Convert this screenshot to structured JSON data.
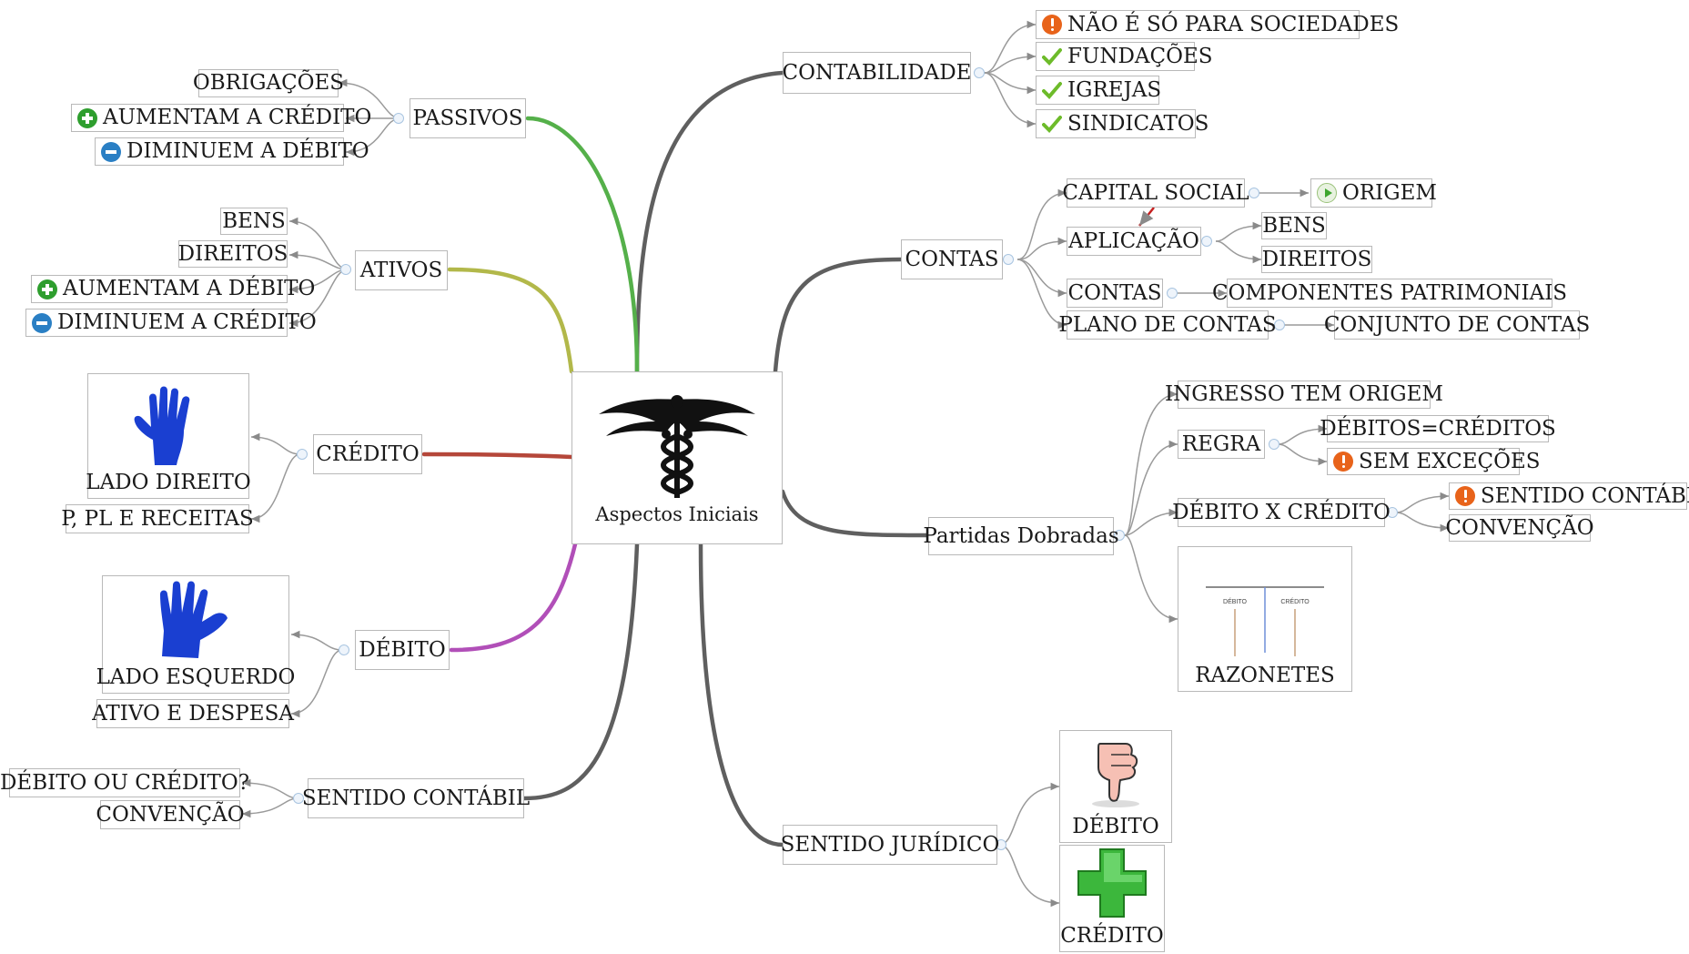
{
  "center": {
    "title": "Aspectos Iniciais",
    "icon": "caduceus-icon"
  },
  "contabilidade": {
    "label": "CONTABILIDADE",
    "children": [
      "NÃO É SÓ PARA SOCIEDADES",
      "FUNDAÇÕES",
      "IGREJAS",
      "SINDICATOS"
    ]
  },
  "contas": {
    "label": "CONTAS",
    "capital_social": "CAPITAL SOCIAL",
    "origem": "ORIGEM",
    "aplicacao": "APLICAÇÃO",
    "bens": "BENS",
    "direitos": "DIREITOS",
    "contas": "CONTAS",
    "componentes": "COMPONENTES PATRIMONIAIS",
    "plano": "PLANO DE CONTAS",
    "conjunto": "CONJUNTO DE CONTAS"
  },
  "partidas": {
    "label": "Partidas Dobradas",
    "ingresso": "INGRESSO TEM ORIGEM",
    "regra": "REGRA",
    "debitos_creditos": "DÉBITOS=CRÉDITOS",
    "sem_excecoes": "SEM EXCEÇÕES",
    "debito_x_credito": "DÉBITO X CRÉDITO",
    "sentido_contabil": "SENTIDO CONTÁBIL",
    "convencao": "CONVENÇÃO",
    "razonetes": "RAZONETES",
    "razonete_debito": "DÉBITO",
    "razonete_credito": "CRÉDITO"
  },
  "sentido_juridico": {
    "label": "SENTIDO JURÍDICO",
    "debito": "DÉBITO",
    "credito": "CRÉDITO"
  },
  "passivos": {
    "label": "PASSIVOS",
    "children": [
      "OBRIGAÇÕES",
      "AUMENTAM A CRÉDITO",
      "DIMINUEM A DÉBITO"
    ]
  },
  "ativos": {
    "label": "ATIVOS",
    "children": [
      "BENS",
      "DIREITOS",
      "AUMENTAM A DÉBITO",
      "DIMINUEM A CRÉDITO"
    ]
  },
  "credito": {
    "label": "CRÉDITO",
    "lado": "LADO DIREITO",
    "contas": "P, PL E RECEITAS"
  },
  "debito": {
    "label": "DÉBITO",
    "lado": "LADO ESQUERDO",
    "contas": "ATIVO E DESPESA"
  },
  "sentido_contabil": {
    "label": "SENTIDO CONTÁBIL",
    "children": [
      "DÉBITO OU CRÉDITO?",
      "CONVENÇÃO"
    ]
  },
  "colors": {
    "passivos_branch": "#55b04a",
    "ativos_branch": "#b2b84a",
    "credito_branch": "#b5473a",
    "debito_branch": "#b14fb8",
    "neutral_branch": "#5f5f5f",
    "plus_icon": "#2e9e2e",
    "minus_icon": "#2a7fc4",
    "warning_icon": "#e8631a",
    "hand": "#1a3fd1",
    "green_cross": "#3cb73c"
  }
}
